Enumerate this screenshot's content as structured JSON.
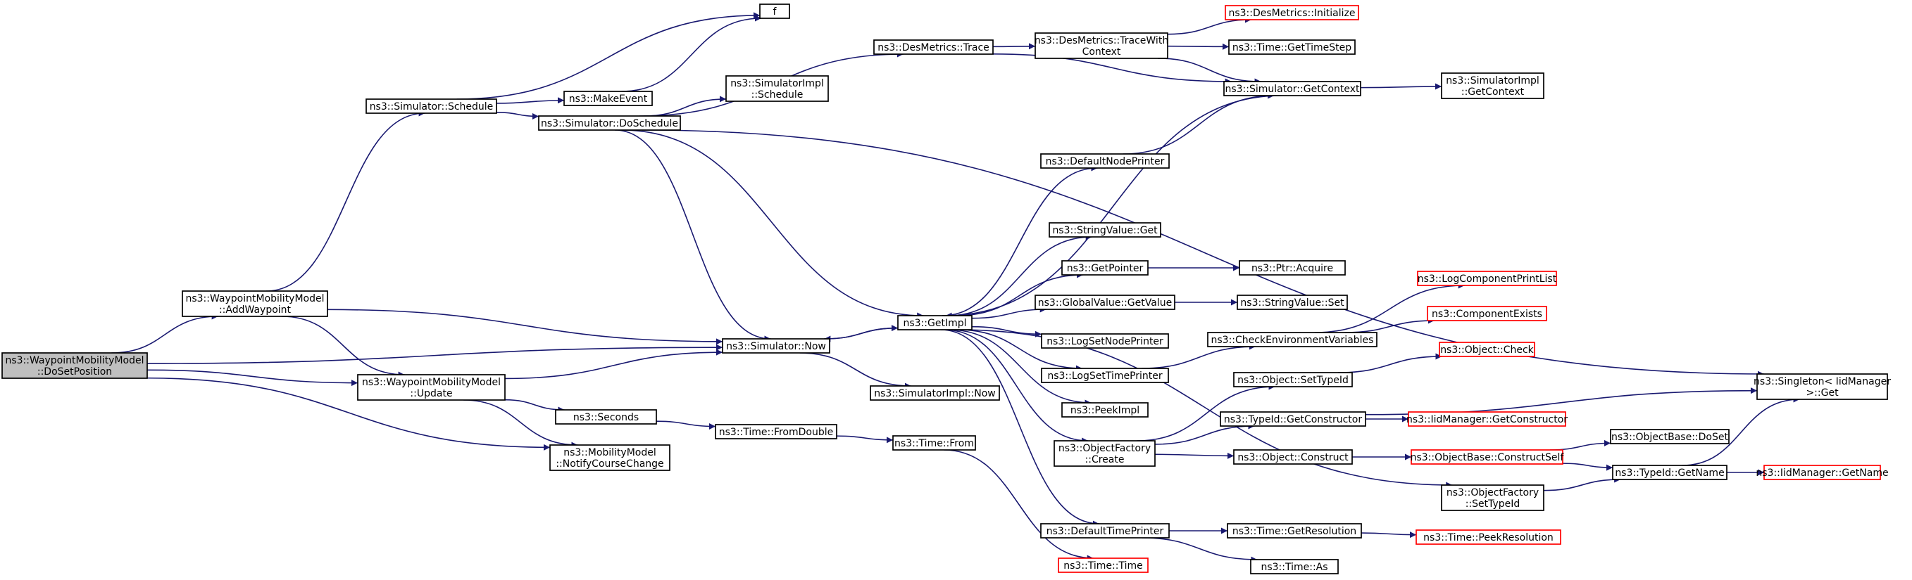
{
  "colors": {
    "edge": "#191970",
    "node_border": "#000000",
    "truncated_border": "#ff0000",
    "root_fill": "#bfbfbf",
    "background": "#ffffff"
  },
  "nodes": [
    {
      "id": "root",
      "lines": [
        "ns3::WaypointMobilityModel",
        "::DoSetPosition"
      ],
      "style": "root"
    },
    {
      "id": "addwp",
      "lines": [
        "ns3::WaypointMobilityModel",
        "::AddWaypoint"
      ],
      "style": "normal"
    },
    {
      "id": "update",
      "lines": [
        "ns3::WaypointMobilityModel",
        "::Update"
      ],
      "style": "normal"
    },
    {
      "id": "notify",
      "lines": [
        "ns3::MobilityModel",
        "::NotifyCourseChange"
      ],
      "style": "normal"
    },
    {
      "id": "now",
      "lines": [
        "ns3::Simulator::Now"
      ],
      "style": "normal"
    },
    {
      "id": "schedule",
      "lines": [
        "ns3::Simulator::Schedule"
      ],
      "style": "normal"
    },
    {
      "id": "makeevent",
      "lines": [
        "ns3::MakeEvent"
      ],
      "style": "normal"
    },
    {
      "id": "f",
      "lines": [
        "f"
      ],
      "style": "normal"
    },
    {
      "id": "doschedule",
      "lines": [
        "ns3::Simulator::DoSchedule"
      ],
      "style": "normal"
    },
    {
      "id": "destrace",
      "lines": [
        "ns3::DesMetrics::Trace"
      ],
      "style": "normal"
    },
    {
      "id": "simimplschedule",
      "lines": [
        "ns3::SimulatorImpl",
        "::Schedule"
      ],
      "style": "normal"
    },
    {
      "id": "tracewith",
      "lines": [
        "ns3::DesMetrics::TraceWith",
        "Context"
      ],
      "style": "normal"
    },
    {
      "id": "desinit",
      "lines": [
        "ns3::DesMetrics::Initialize"
      ],
      "style": "truncated"
    },
    {
      "id": "gettimestep",
      "lines": [
        "ns3::Time::GetTimeStep"
      ],
      "style": "normal"
    },
    {
      "id": "getcontext",
      "lines": [
        "ns3::Simulator::GetContext"
      ],
      "style": "normal"
    },
    {
      "id": "simimplgetcontext",
      "lines": [
        "ns3::SimulatorImpl",
        "::GetContext"
      ],
      "style": "normal"
    },
    {
      "id": "singleton",
      "lines": [
        "ns3::Singleton< IidManager",
        " >::Get"
      ],
      "style": "normal"
    },
    {
      "id": "seconds",
      "lines": [
        "ns3::Seconds"
      ],
      "style": "normal"
    },
    {
      "id": "fromdouble",
      "lines": [
        "ns3::Time::FromDouble"
      ],
      "style": "normal"
    },
    {
      "id": "from",
      "lines": [
        "ns3::Time::From"
      ],
      "style": "normal"
    },
    {
      "id": "timetime",
      "lines": [
        "ns3::Time::Time"
      ],
      "style": "truncated"
    },
    {
      "id": "getimpl",
      "lines": [
        "ns3::GetImpl"
      ],
      "style": "normal"
    },
    {
      "id": "simimplnow",
      "lines": [
        "ns3::SimulatorImpl::Now"
      ],
      "style": "normal"
    },
    {
      "id": "defaultnodeprinter",
      "lines": [
        "ns3::DefaultNodePrinter"
      ],
      "style": "normal"
    },
    {
      "id": "stringvalueget",
      "lines": [
        "ns3::StringValue::Get"
      ],
      "style": "normal"
    },
    {
      "id": "getpointer",
      "lines": [
        "ns3::GetPointer"
      ],
      "style": "normal"
    },
    {
      "id": "ptracquire",
      "lines": [
        "ns3::Ptr::Acquire"
      ],
      "style": "normal"
    },
    {
      "id": "globalvalue",
      "lines": [
        "ns3::GlobalValue::GetValue"
      ],
      "style": "normal"
    },
    {
      "id": "stringvalueset",
      "lines": [
        "ns3::StringValue::Set"
      ],
      "style": "normal"
    },
    {
      "id": "logsetnodeprinter",
      "lines": [
        "ns3::LogSetNodePrinter"
      ],
      "style": "normal"
    },
    {
      "id": "logsettimeprinter",
      "lines": [
        "ns3::LogSetTimePrinter"
      ],
      "style": "normal"
    },
    {
      "id": "checkenv",
      "lines": [
        "ns3::CheckEnvironmentVariables"
      ],
      "style": "normal"
    },
    {
      "id": "logcompprintlist",
      "lines": [
        "ns3::LogComponentPrintList"
      ],
      "style": "truncated"
    },
    {
      "id": "compexists",
      "lines": [
        "ns3::ComponentExists"
      ],
      "style": "truncated"
    },
    {
      "id": "peekimpl",
      "lines": [
        "ns3::PeekImpl"
      ],
      "style": "normal"
    },
    {
      "id": "objfactorycreate",
      "lines": [
        "ns3::ObjectFactory",
        "::Create"
      ],
      "style": "normal"
    },
    {
      "id": "objsettypeid",
      "lines": [
        "ns3::Object::SetTypeId"
      ],
      "style": "normal"
    },
    {
      "id": "objcheck",
      "lines": [
        "ns3::Object::Check"
      ],
      "style": "truncated"
    },
    {
      "id": "typeidgetconstructor",
      "lines": [
        "ns3::TypeId::GetConstructor"
      ],
      "style": "normal"
    },
    {
      "id": "iidgetconstructor",
      "lines": [
        "ns3::IidManager::GetConstructor"
      ],
      "style": "truncated"
    },
    {
      "id": "objconstruct",
      "lines": [
        "ns3::Object::Construct"
      ],
      "style": "normal"
    },
    {
      "id": "constructself",
      "lines": [
        "ns3::ObjectBase::ConstructSelf"
      ],
      "style": "truncated"
    },
    {
      "id": "dosetbase",
      "lines": [
        "ns3::ObjectBase::DoSet"
      ],
      "style": "normal"
    },
    {
      "id": "typeidgetname",
      "lines": [
        "ns3::TypeId::GetName"
      ],
      "style": "normal"
    },
    {
      "id": "iidgetname",
      "lines": [
        "ns3::IidManager::GetName"
      ],
      "style": "truncated"
    },
    {
      "id": "objfactorysettypeid",
      "lines": [
        "ns3::ObjectFactory",
        "::SetTypeId"
      ],
      "style": "normal"
    },
    {
      "id": "defaulttimeprinter",
      "lines": [
        "ns3::DefaultTimePrinter"
      ],
      "style": "normal"
    },
    {
      "id": "getresolution",
      "lines": [
        "ns3::Time::GetResolution"
      ],
      "style": "normal"
    },
    {
      "id": "peekresolution",
      "lines": [
        "ns3::Time::PeekResolution"
      ],
      "style": "truncated"
    },
    {
      "id": "timeas",
      "lines": [
        "ns3::Time::As"
      ],
      "style": "normal"
    }
  ],
  "edges": [
    [
      "root",
      "addwp"
    ],
    [
      "root",
      "now"
    ],
    [
      "root",
      "update"
    ],
    [
      "root",
      "notify"
    ],
    [
      "addwp",
      "schedule"
    ],
    [
      "addwp",
      "now"
    ],
    [
      "addwp",
      "update"
    ],
    [
      "update",
      "now"
    ],
    [
      "update",
      "seconds"
    ],
    [
      "update",
      "notify"
    ],
    [
      "schedule",
      "f"
    ],
    [
      "schedule",
      "makeevent"
    ],
    [
      "schedule",
      "doschedule"
    ],
    [
      "makeevent",
      "f"
    ],
    [
      "doschedule",
      "destrace"
    ],
    [
      "doschedule",
      "simimplschedule"
    ],
    [
      "doschedule",
      "singleton"
    ],
    [
      "doschedule",
      "now"
    ],
    [
      "doschedule",
      "getimpl"
    ],
    [
      "destrace",
      "tracewith"
    ],
    [
      "destrace",
      "getcontext"
    ],
    [
      "tracewith",
      "desinit"
    ],
    [
      "tracewith",
      "gettimestep"
    ],
    [
      "tracewith",
      "getcontext"
    ],
    [
      "getcontext",
      "simimplgetcontext"
    ],
    [
      "getcontext",
      "getimpl"
    ],
    [
      "now",
      "getimpl"
    ],
    [
      "now",
      "simimplnow"
    ],
    [
      "seconds",
      "fromdouble"
    ],
    [
      "fromdouble",
      "from"
    ],
    [
      "from",
      "timetime"
    ],
    [
      "getimpl",
      "defaultnodeprinter"
    ],
    [
      "getimpl",
      "stringvalueget"
    ],
    [
      "getimpl",
      "getpointer"
    ],
    [
      "getimpl",
      "globalvalue"
    ],
    [
      "getimpl",
      "logsetnodeprinter"
    ],
    [
      "getimpl",
      "logsettimeprinter"
    ],
    [
      "getimpl",
      "peekimpl"
    ],
    [
      "getimpl",
      "objfactorycreate"
    ],
    [
      "getimpl",
      "defaulttimeprinter"
    ],
    [
      "getimpl",
      "objfactorysettypeid"
    ],
    [
      "getimpl",
      "now"
    ],
    [
      "defaultnodeprinter",
      "getcontext"
    ],
    [
      "getpointer",
      "ptracquire"
    ],
    [
      "globalvalue",
      "stringvalueset"
    ],
    [
      "logsettimeprinter",
      "checkenv"
    ],
    [
      "checkenv",
      "logcompprintlist"
    ],
    [
      "checkenv",
      "compexists"
    ],
    [
      "objfactorycreate",
      "objsettypeid"
    ],
    [
      "objfactorycreate",
      "typeidgetconstructor"
    ],
    [
      "objfactorycreate",
      "objconstruct"
    ],
    [
      "objsettypeid",
      "objcheck"
    ],
    [
      "typeidgetconstructor",
      "iidgetconstructor"
    ],
    [
      "typeidgetconstructor",
      "singleton"
    ],
    [
      "objconstruct",
      "constructself"
    ],
    [
      "constructself",
      "dosetbase"
    ],
    [
      "constructself",
      "typeidgetname"
    ],
    [
      "typeidgetname",
      "iidgetname"
    ],
    [
      "typeidgetname",
      "singleton"
    ],
    [
      "objfactorysettypeid",
      "typeidgetname"
    ],
    [
      "defaulttimeprinter",
      "getresolution"
    ],
    [
      "defaulttimeprinter",
      "timeas"
    ],
    [
      "getresolution",
      "peekresolution"
    ]
  ]
}
